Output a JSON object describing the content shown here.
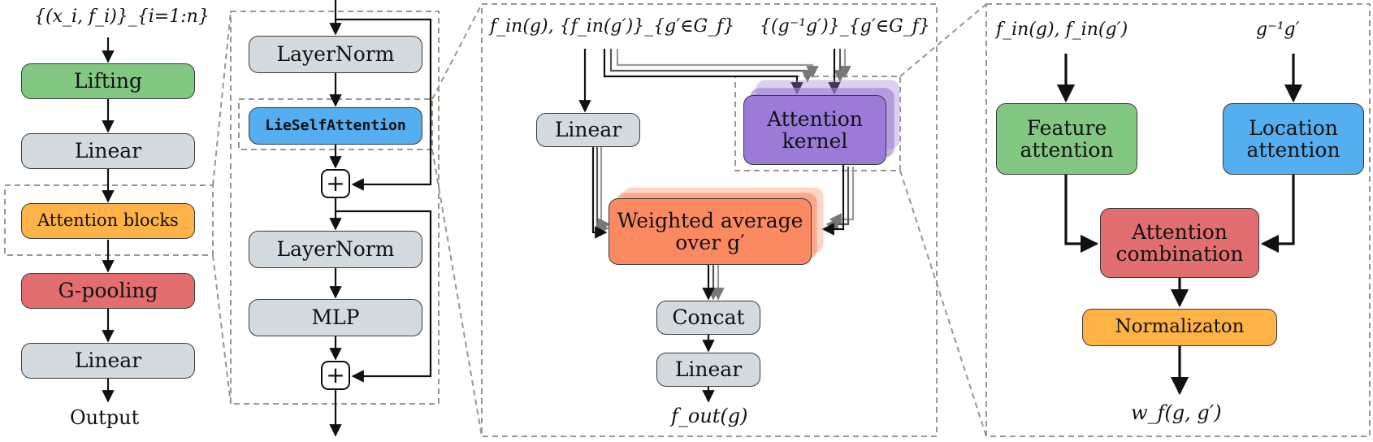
{
  "panel1": {
    "input": "{(x_i, f_i)}_{i=1:n}",
    "lifting": "Lifting",
    "linear1": "Linear",
    "attention_blocks": "Attention blocks",
    "g_pooling": "G-pooling",
    "linear2": "Linear",
    "output": "Output"
  },
  "panel2": {
    "layernorm1": "LayerNorm",
    "lie_self_attention": "LieSelfAttention",
    "plus": "+",
    "layernorm2": "LayerNorm",
    "mlp": "MLP"
  },
  "panel3": {
    "input_features": "f_in(g), {f_in(g′)}_{g′∈G_f}",
    "input_locations": "{(g⁻¹g′)}_{g′∈G_f}",
    "linear1": "Linear",
    "attention_kernel_line1": "Attention",
    "attention_kernel_line2": "kernel",
    "weighted_avg_line1": "Weighted average",
    "weighted_avg_line2": "over g′",
    "concat": "Concat",
    "linear2": "Linear",
    "output": "f_out(g)"
  },
  "panel4": {
    "input_features": "f_in(g), f_in(g′)",
    "input_location": "g⁻¹g′",
    "feature_attention_line1": "Feature",
    "feature_attention_line2": "attention",
    "location_attention_line1": "Location",
    "location_attention_line2": "attention",
    "combination_line1": "Attention",
    "combination_line2": "combination",
    "normalization": "Normalizaton",
    "output": "w_f(g, g′)"
  },
  "colors": {
    "gray": "#d3dbe0",
    "green": "#82c882",
    "orange": "#ffb347",
    "red": "#e36e70",
    "blue": "#54aeef",
    "purple": "#9b7bd7",
    "salmon": "#fb8a63",
    "dashed_frame": "#9e958c"
  }
}
